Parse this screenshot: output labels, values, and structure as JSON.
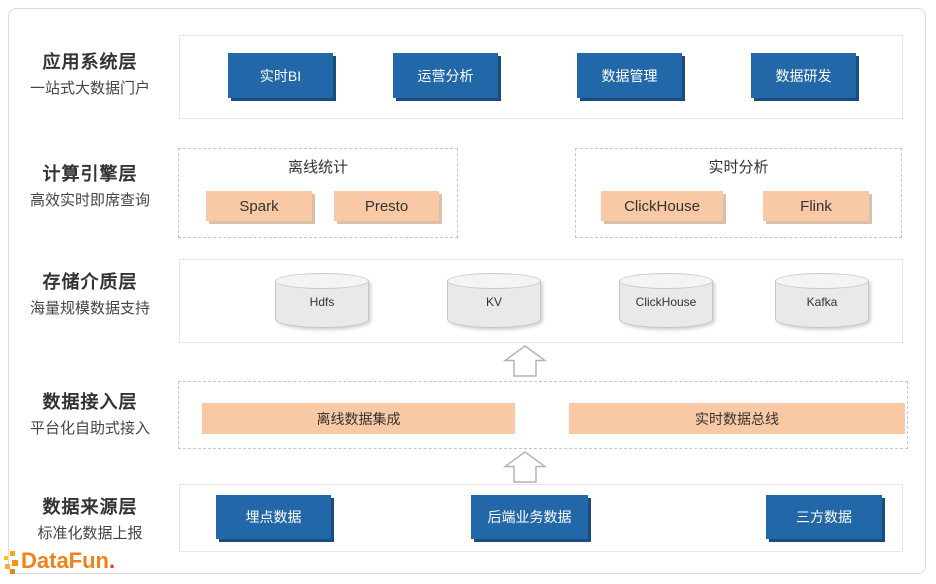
{
  "colors": {
    "primary_blue": "#2267a7",
    "blue_shadow": "#1a4c7d",
    "accent_orange": "#f8c9a4",
    "cylinder_gray": "#e9e9e9",
    "solid_border": "#e7e7e7",
    "dashed_border": "#c6c6c6",
    "text_dark": "#333333",
    "logo_orange": "#ef821a"
  },
  "layers": [
    {
      "title": "应用系统层",
      "subtitle": "一站式大数据门户",
      "items": [
        {
          "label": "实时BI"
        },
        {
          "label": "运营分析"
        },
        {
          "label": "数据管理"
        },
        {
          "label": "数据研发"
        }
      ]
    },
    {
      "title": "计算引擎层",
      "subtitle": "高效实时即席查询",
      "groups": [
        {
          "title": "离线统计",
          "items": [
            {
              "label": "Spark"
            },
            {
              "label": "Presto"
            }
          ]
        },
        {
          "title": "实时分析",
          "items": [
            {
              "label": "ClickHouse"
            },
            {
              "label": "Flink"
            }
          ]
        }
      ]
    },
    {
      "title": "存储介质层",
      "subtitle": "海量规模数据支持",
      "items": [
        {
          "label": "Hdfs"
        },
        {
          "label": "KV"
        },
        {
          "label": "ClickHouse"
        },
        {
          "label": "Kafka"
        }
      ]
    },
    {
      "title": "数据接入层",
      "subtitle": "平台化自助式接入",
      "items": [
        {
          "label": "离线数据集成"
        },
        {
          "label": "实时数据总线"
        }
      ]
    },
    {
      "title": "数据来源层",
      "subtitle": "标准化数据上报",
      "items": [
        {
          "label": "埋点数据"
        },
        {
          "label": "后端业务数据"
        },
        {
          "label": "三方数据"
        }
      ]
    }
  ],
  "logo": {
    "text": "DataFun",
    "period": "."
  }
}
